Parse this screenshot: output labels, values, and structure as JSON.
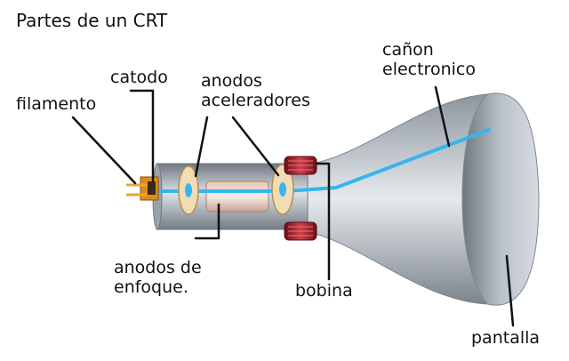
{
  "title": "Partes de un CRT",
  "labels": {
    "filamento": "filamento",
    "catodo": "catodo",
    "anodos_aceleradores": [
      "anodos",
      "aceleradores"
    ],
    "canon_electronico": [
      "cañon",
      "electronico"
    ],
    "anodos_de_enfoque": [
      "anodos de",
      "enfoque."
    ],
    "bobina": "bobina",
    "pantalla": "pantalla"
  },
  "colors": {
    "glass": "#a9b1b9",
    "beam": "#35b6ee",
    "coil": "#a8232b",
    "disc": "#f2dcb4",
    "cathode": "#e08a1e"
  }
}
